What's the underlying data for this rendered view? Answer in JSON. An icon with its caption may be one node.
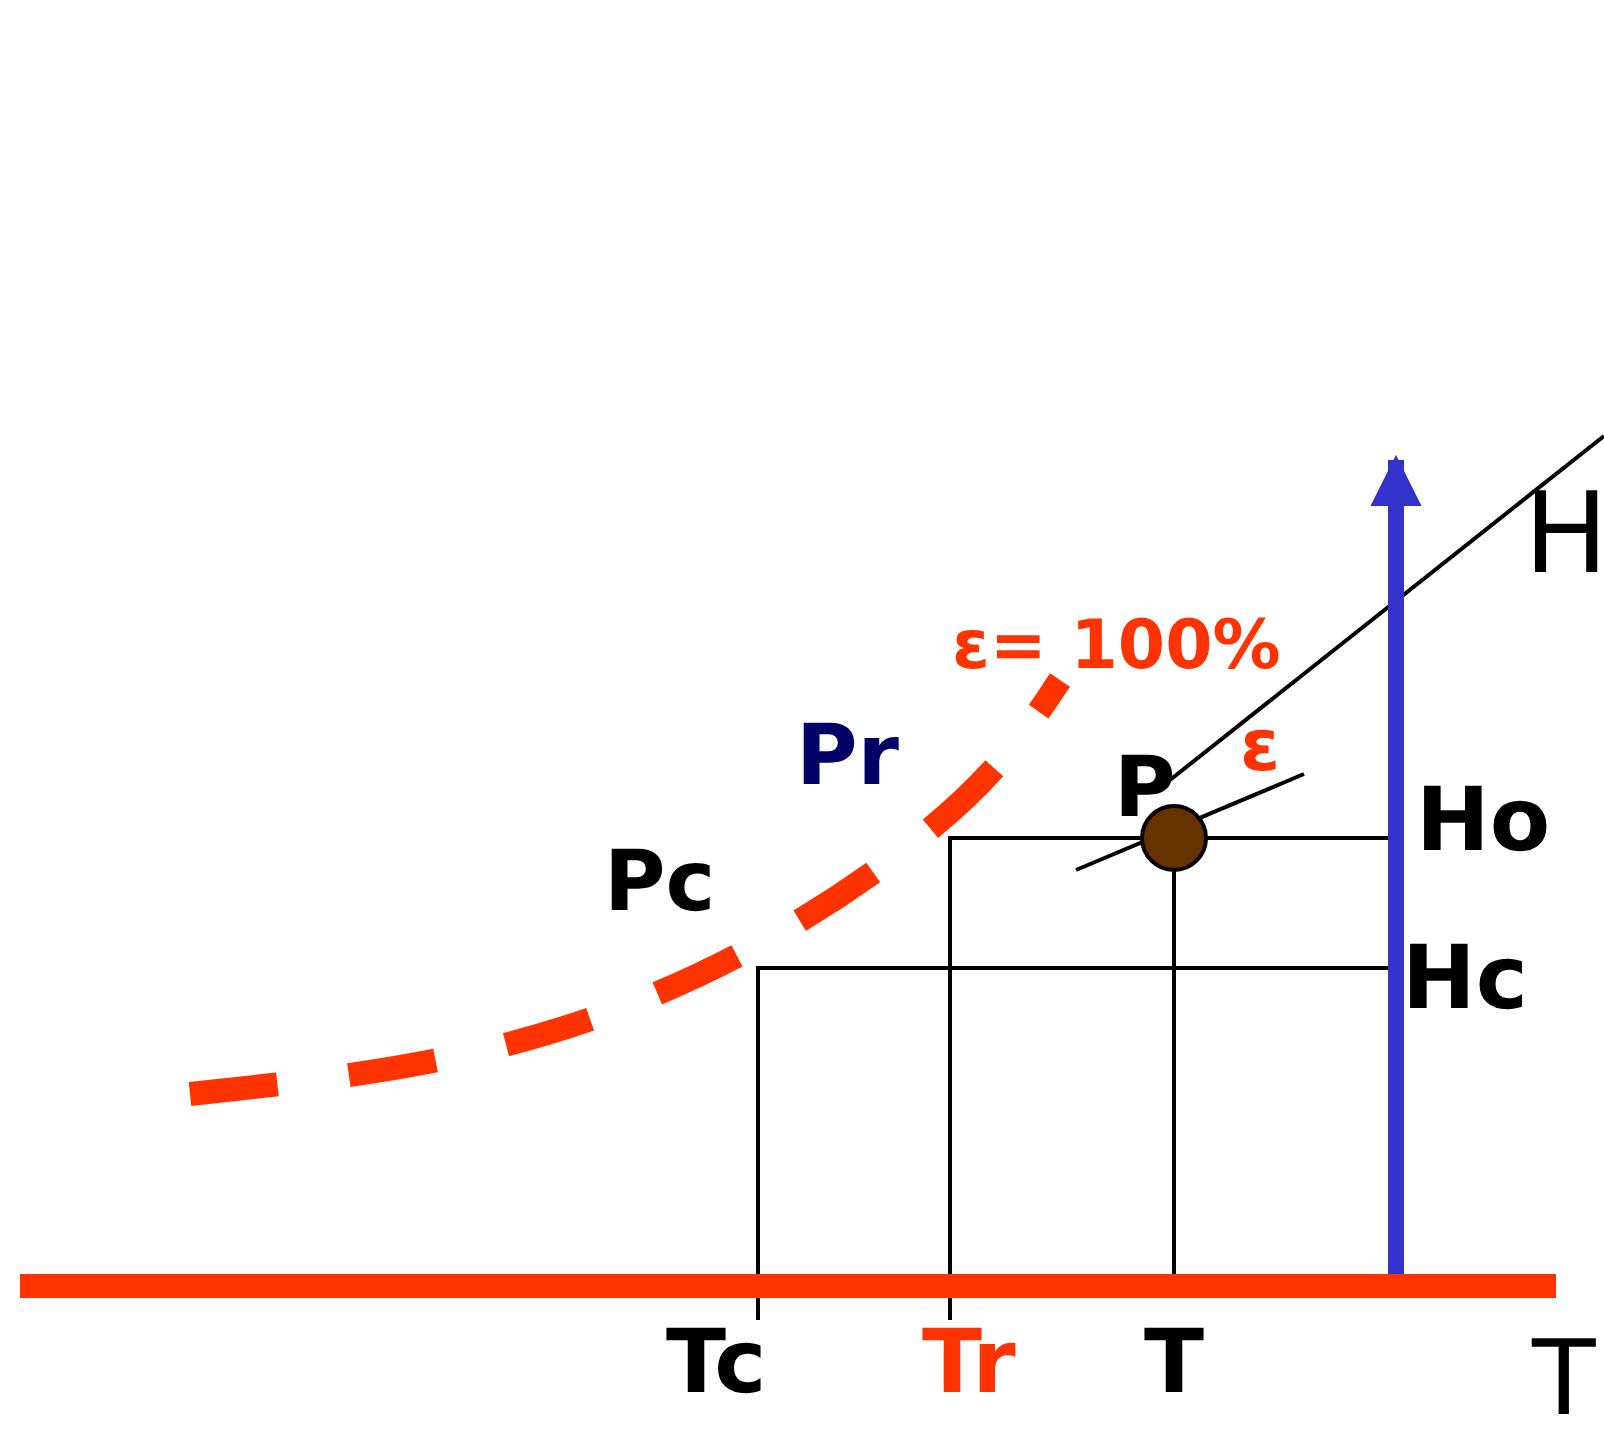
{
  "diagram": {
    "labels": [
      "H",
      "ε= 100%",
      "Pr",
      "P",
      "ε",
      "Ho",
      "Pc",
      "Hc",
      "Tc",
      "Tr",
      "T",
      "T"
    ]
  }
}
